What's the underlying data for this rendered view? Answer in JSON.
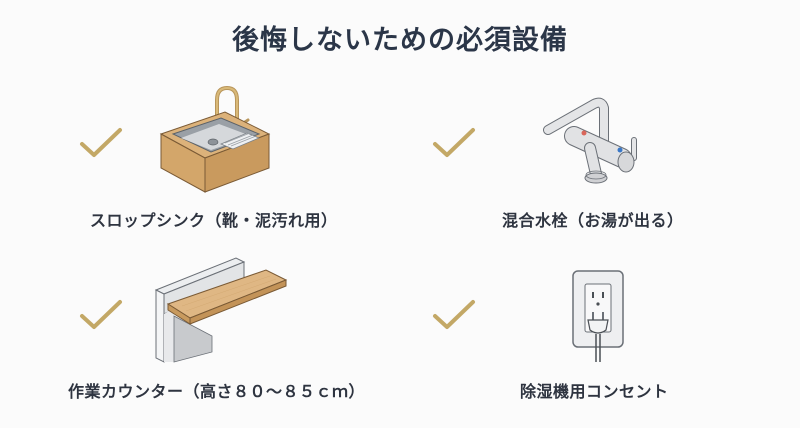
{
  "page": {
    "title": "後悔しないための必須設備",
    "accent_color": "#c3a866",
    "title_color": "#2b3648"
  },
  "items": [
    {
      "label": "スロップシンク（靴・泥汚れ用）",
      "icon": "slop-sink-icon",
      "checked": true
    },
    {
      "label": "混合水栓（お湯が出る）",
      "icon": "mixer-faucet-icon",
      "checked": true
    },
    {
      "label": "作業カウンター（高さ８０～８５ｃｍ）",
      "icon": "work-counter-icon",
      "checked": true
    },
    {
      "label": "除湿機用コンセント",
      "icon": "power-outlet-icon",
      "checked": true
    }
  ]
}
